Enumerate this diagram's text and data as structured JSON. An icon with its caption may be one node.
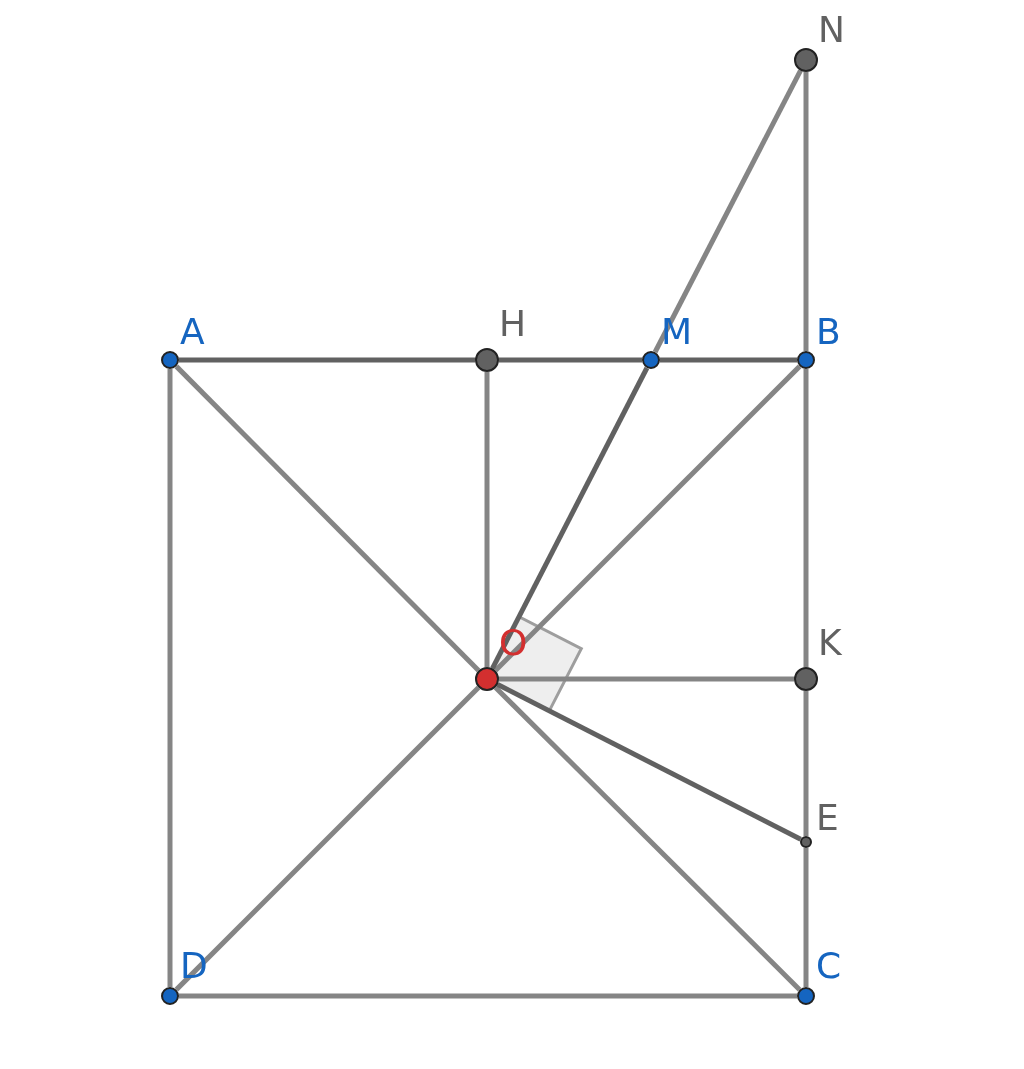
{
  "diagram": {
    "nodes": [
      {
        "text": [
          "N"
        ]
      },
      {
        "text": [
          "A"
        ]
      },
      {
        "text": [
          "H"
        ]
      },
      {
        "text": [
          "M"
        ]
      },
      {
        "text": [
          "B"
        ]
      },
      {
        "text": [
          "O"
        ]
      },
      {
        "text": [
          "K"
        ]
      },
      {
        "text": [
          "E"
        ]
      },
      {
        "text": [
          "D"
        ]
      },
      {
        "text": [
          "C"
        ]
      }
    ],
    "edges": [
      {
        "from": 1,
        "to": 2,
        "arrow": "none",
        "color": "#616161"
      },
      {
        "from": 2,
        "to": 3,
        "arrow": "none",
        "color": "#616161"
      },
      {
        "from": 3,
        "to": 4,
        "arrow": "none",
        "color": "#616161"
      },
      {
        "from": 0,
        "to": 4,
        "arrow": "none"
      },
      {
        "from": 4,
        "to": 6,
        "arrow": "none"
      },
      {
        "from": 6,
        "to": 7,
        "arrow": "none"
      },
      {
        "from": 7,
        "to": 9,
        "arrow": "none"
      },
      {
        "from": 8,
        "to": 9,
        "arrow": "none"
      },
      {
        "from": 1,
        "to": 8,
        "arrow": "none"
      },
      {
        "from": 1,
        "to": 5,
        "arrow": "none"
      },
      {
        "from": 5,
        "to": 9,
        "arrow": "none"
      },
      {
        "from": 8,
        "to": 5,
        "arrow": "none"
      },
      {
        "from": 5,
        "to": 4,
        "arrow": "none"
      },
      {
        "from": 5,
        "to": 3,
        "arrow": "none",
        "color": "#616161"
      },
      {
        "from": 3,
        "to": 0,
        "arrow": "none"
      },
      {
        "from": 5,
        "to": 2,
        "arrow": "none"
      },
      {
        "from": 5,
        "to": 6,
        "arrow": "none"
      },
      {
        "from": 5,
        "to": 7,
        "arrow": "none",
        "color": "#616161"
      }
    ]
  }
}
